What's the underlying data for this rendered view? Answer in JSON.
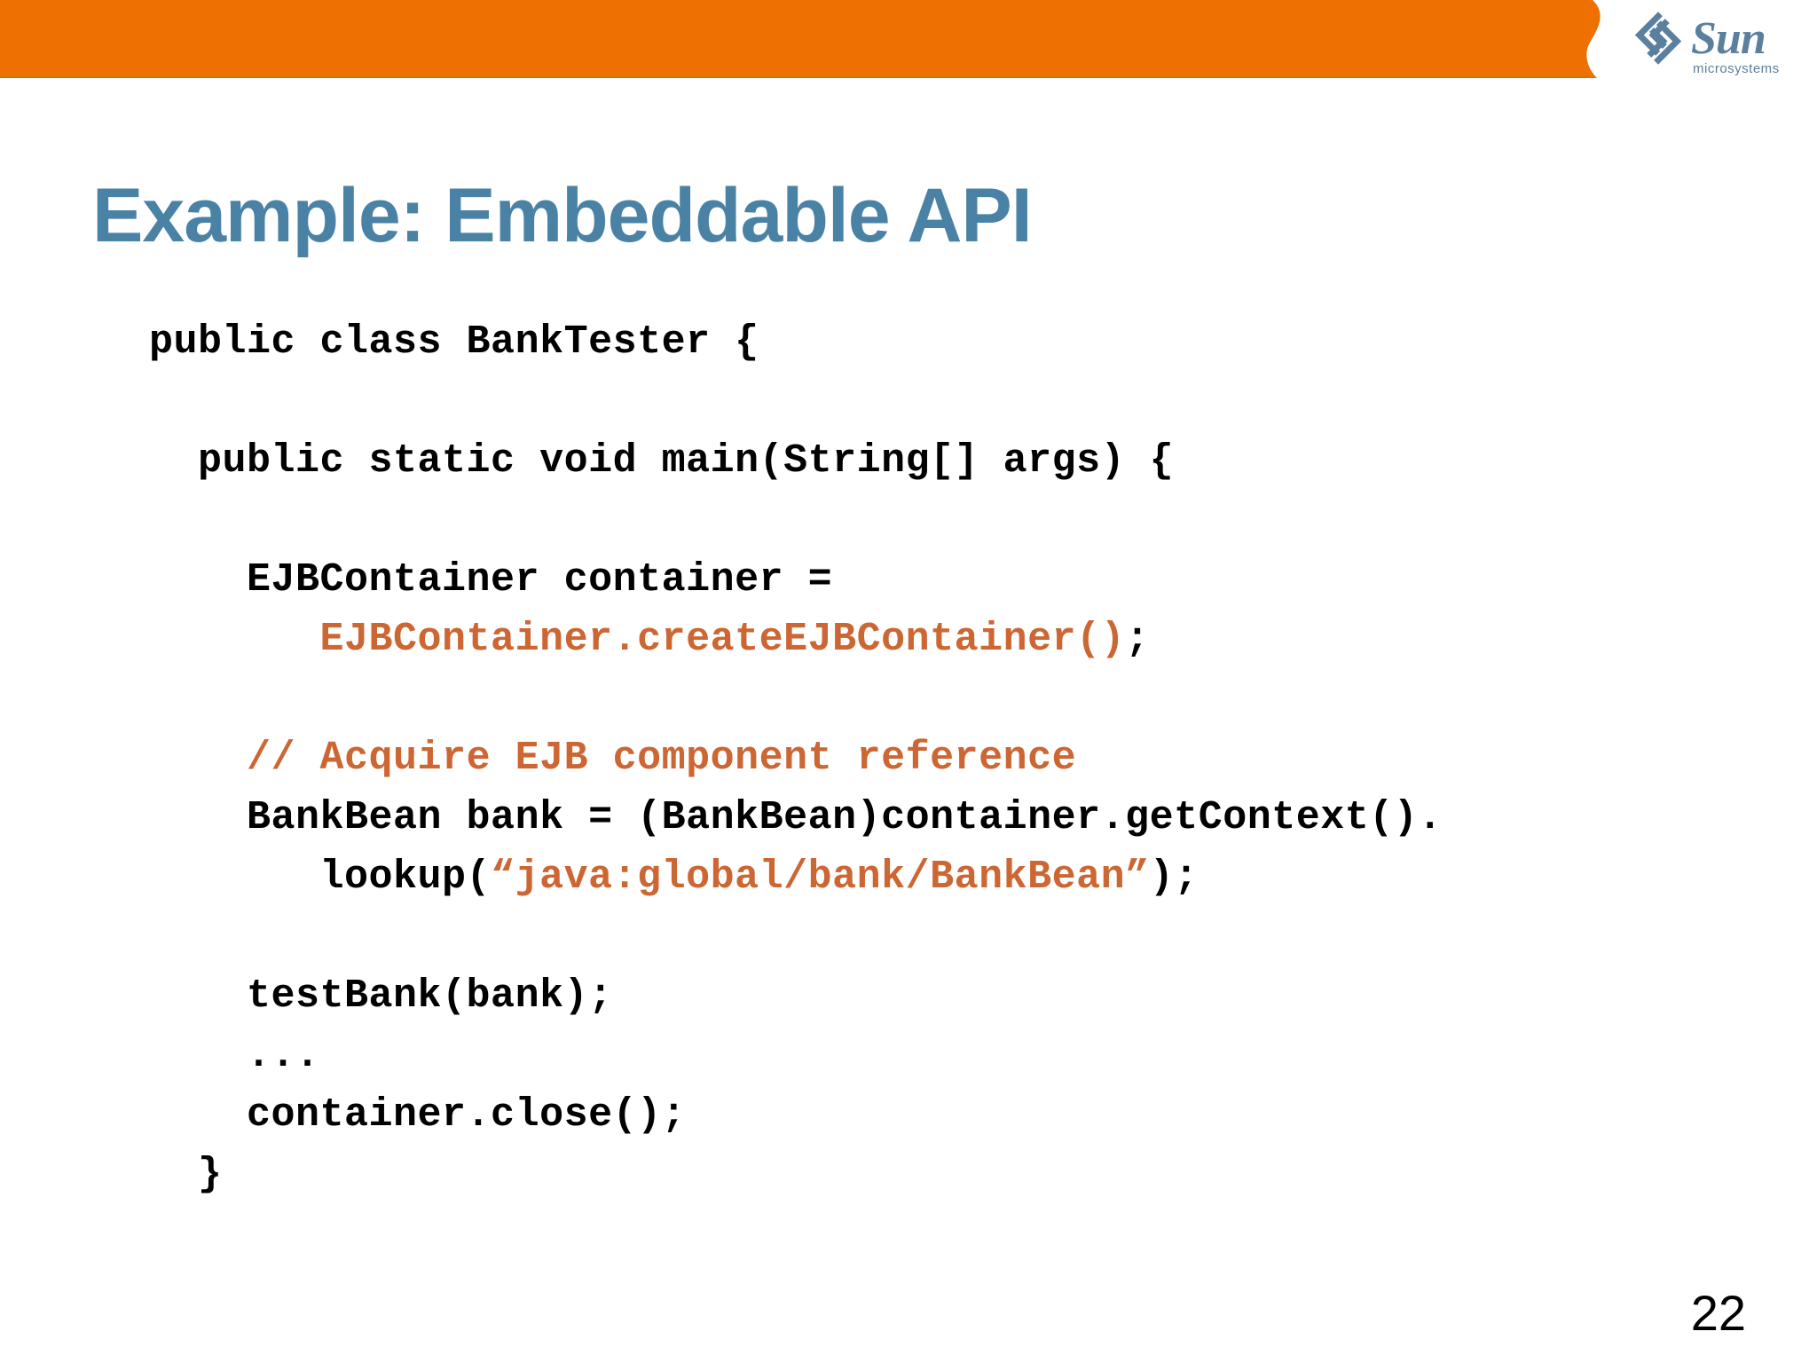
{
  "slide": {
    "title": "Example: Embeddable API",
    "page_number": "22",
    "brand": {
      "logo_name": "Sun",
      "logo_tagline": "microsystems"
    },
    "colors": {
      "header_band": "#ED7000",
      "header_band_edge": "#D4700E",
      "title": "#4A82A6",
      "code_default": "#000000",
      "code_highlight": "#CC6633",
      "logo": "#5B7F9E",
      "background": "#FFFFFF"
    }
  },
  "code": {
    "language": "java",
    "lines": [
      {
        "id": "l1",
        "segments": [
          {
            "text": "public class BankTester {",
            "color": "default"
          }
        ]
      },
      {
        "id": "l2",
        "segments": []
      },
      {
        "id": "l3",
        "segments": [
          {
            "text": "  public static void main(String[] args) {",
            "color": "default"
          }
        ]
      },
      {
        "id": "l4",
        "segments": []
      },
      {
        "id": "l5",
        "segments": [
          {
            "text": "    EJBContainer container =",
            "color": "default"
          }
        ]
      },
      {
        "id": "l6",
        "segments": [
          {
            "text": "       ",
            "color": "default"
          },
          {
            "text": "EJBContainer.createEJBContainer()",
            "color": "highlight"
          },
          {
            "text": ";",
            "color": "default"
          }
        ]
      },
      {
        "id": "l7",
        "segments": []
      },
      {
        "id": "l8",
        "segments": [
          {
            "text": "    ",
            "color": "default"
          },
          {
            "text": "// Acquire EJB component reference",
            "color": "highlight"
          }
        ]
      },
      {
        "id": "l9",
        "segments": [
          {
            "text": "    BankBean bank = (BankBean)container.getContext().",
            "color": "default"
          }
        ]
      },
      {
        "id": "l10",
        "segments": [
          {
            "text": "       lookup(",
            "color": "default"
          },
          {
            "text": "“java:global/bank/BankBean”",
            "color": "highlight"
          },
          {
            "text": ");",
            "color": "default"
          }
        ]
      },
      {
        "id": "l11",
        "segments": []
      },
      {
        "id": "l12",
        "segments": [
          {
            "text": "    testBank(bank);",
            "color": "default"
          }
        ]
      },
      {
        "id": "l13",
        "segments": [
          {
            "text": "    ...",
            "color": "default"
          }
        ]
      },
      {
        "id": "l14",
        "segments": [
          {
            "text": "    container.close();",
            "color": "default"
          }
        ]
      },
      {
        "id": "l15",
        "segments": [
          {
            "text": "  }",
            "color": "default"
          }
        ]
      }
    ]
  }
}
